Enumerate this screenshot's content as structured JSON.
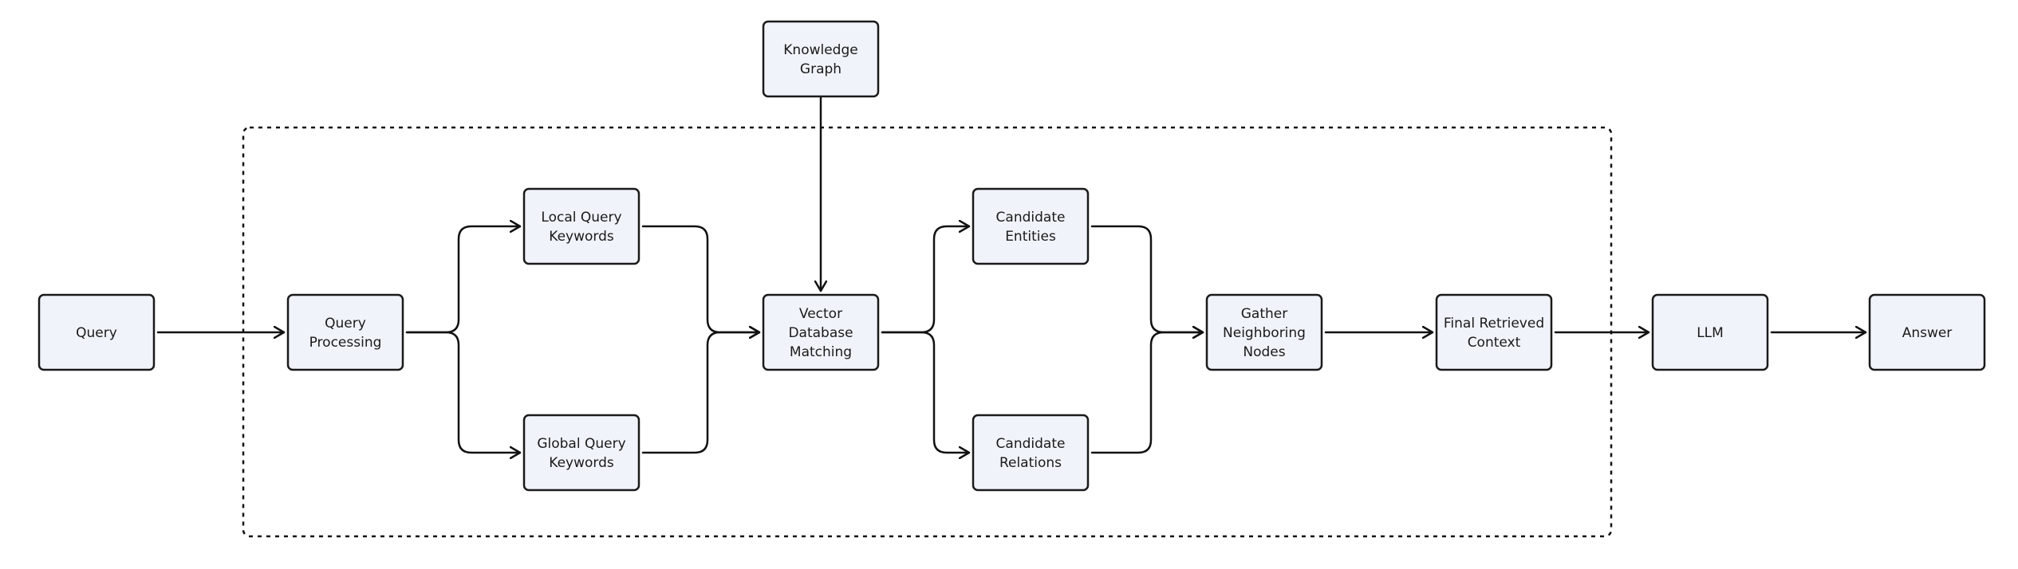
{
  "diagram": {
    "nodes": [
      {
        "id": "query",
        "lines": [
          "Query"
        ]
      },
      {
        "id": "query-processing",
        "lines": [
          "Query",
          "Processing"
        ]
      },
      {
        "id": "local-query-keywords",
        "lines": [
          "Local Query",
          "Keywords"
        ]
      },
      {
        "id": "global-query-keywords",
        "lines": [
          "Global Query",
          "Keywords"
        ]
      },
      {
        "id": "knowledge-graph",
        "lines": [
          "Knowledge",
          "Graph"
        ]
      },
      {
        "id": "vector-database-matching",
        "lines": [
          "Vector",
          "Database",
          "Matching"
        ]
      },
      {
        "id": "candidate-entities",
        "lines": [
          "Candidate",
          "Entities"
        ]
      },
      {
        "id": "candidate-relations",
        "lines": [
          "Candidate",
          "Relations"
        ]
      },
      {
        "id": "gather-neighboring-nodes",
        "lines": [
          "Gather",
          "Neighboring",
          "Nodes"
        ]
      },
      {
        "id": "final-retrieved-context",
        "lines": [
          "Final Retrieved",
          "Context"
        ]
      },
      {
        "id": "llm",
        "lines": [
          "LLM"
        ]
      },
      {
        "id": "answer",
        "lines": [
          "Answer"
        ]
      }
    ],
    "edges": [
      {
        "from": "query",
        "to": "query-processing"
      },
      {
        "from": "query-processing",
        "to": "local-query-keywords"
      },
      {
        "from": "query-processing",
        "to": "global-query-keywords"
      },
      {
        "from": "local-query-keywords",
        "to": "vector-database-matching"
      },
      {
        "from": "global-query-keywords",
        "to": "vector-database-matching"
      },
      {
        "from": "knowledge-graph",
        "to": "vector-database-matching"
      },
      {
        "from": "vector-database-matching",
        "to": "candidate-entities"
      },
      {
        "from": "vector-database-matching",
        "to": "candidate-relations"
      },
      {
        "from": "candidate-entities",
        "to": "gather-neighboring-nodes"
      },
      {
        "from": "candidate-relations",
        "to": "gather-neighboring-nodes"
      },
      {
        "from": "gather-neighboring-nodes",
        "to": "final-retrieved-context"
      },
      {
        "from": "final-retrieved-context",
        "to": "llm"
      },
      {
        "from": "llm",
        "to": "answer"
      }
    ],
    "colors": {
      "node_fill": "#f0f3fa",
      "stroke": "#111111",
      "text": "#1a1a1a",
      "background": "#ffffff"
    }
  }
}
